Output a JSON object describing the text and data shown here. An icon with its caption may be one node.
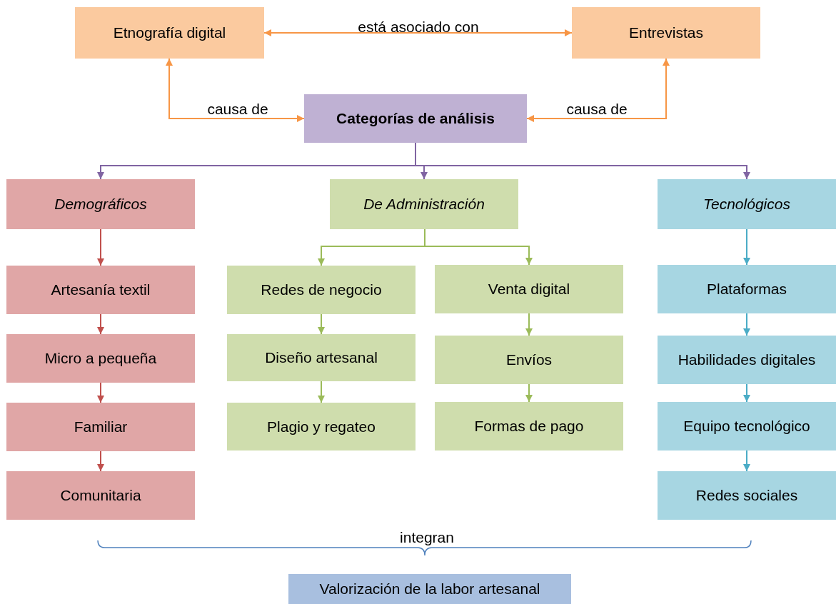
{
  "diagram": {
    "nodes": [
      {
        "text": [
          "Etnografía digital"
        ]
      },
      {
        "text": [
          "Entrevistas"
        ]
      },
      {
        "text": [
          "Categorías de análisis"
        ]
      },
      {
        "text": [
          "Demográficos"
        ]
      },
      {
        "text": [
          "De Administración"
        ]
      },
      {
        "text": [
          "Tecnológicos"
        ]
      },
      {
        "text": [
          "Artesanía textil"
        ]
      },
      {
        "text": [
          "Micro a pequeña"
        ]
      },
      {
        "text": [
          "Familiar"
        ]
      },
      {
        "text": [
          "Comunitaria"
        ]
      },
      {
        "text": [
          "Redes de negocio"
        ]
      },
      {
        "text": [
          "Diseño artesanal"
        ]
      },
      {
        "text": [
          "Plagio y regateo"
        ]
      },
      {
        "text": [
          "Venta digital"
        ]
      },
      {
        "text": [
          "Envíos"
        ]
      },
      {
        "text": [
          "Formas de pago"
        ]
      },
      {
        "text": [
          "Plataformas"
        ]
      },
      {
        "text": [
          "Habilidades digitales"
        ]
      },
      {
        "text": [
          "Equipo tecnológico"
        ]
      },
      {
        "text": [
          "Redes sociales"
        ]
      },
      {
        "text": [
          "Valorización de la labor artesanal"
        ]
      }
    ],
    "edges": [
      {
        "from": 0,
        "to": 1,
        "arrow": "both",
        "label": "está asociado con",
        "color": "#f79646"
      },
      {
        "from": 2,
        "to": 0,
        "arrow": "both",
        "label": "causa de",
        "color": "#f79646"
      },
      {
        "from": 2,
        "to": 1,
        "arrow": "both",
        "label": "causa de",
        "color": "#f79646"
      },
      {
        "from": 2,
        "to": 3,
        "arrow": "to",
        "color": "#8064a2"
      },
      {
        "from": 2,
        "to": 4,
        "arrow": "to",
        "color": "#8064a2"
      },
      {
        "from": 2,
        "to": 5,
        "arrow": "to",
        "color": "#8064a2"
      },
      {
        "from": 3,
        "to": 6,
        "arrow": "to",
        "color": "#c0504d"
      },
      {
        "from": 6,
        "to": 7,
        "arrow": "to",
        "color": "#c0504d"
      },
      {
        "from": 7,
        "to": 8,
        "arrow": "to",
        "color": "#c0504d"
      },
      {
        "from": 8,
        "to": 9,
        "arrow": "to",
        "color": "#c0504d"
      },
      {
        "from": 4,
        "to": 10,
        "arrow": "to",
        "color": "#9bbb59"
      },
      {
        "from": 4,
        "to": 13,
        "arrow": "to",
        "color": "#9bbb59"
      },
      {
        "from": 10,
        "to": 11,
        "arrow": "to",
        "color": "#9bbb59"
      },
      {
        "from": 11,
        "to": 12,
        "arrow": "to",
        "color": "#9bbb59"
      },
      {
        "from": 13,
        "to": 14,
        "arrow": "to",
        "color": "#9bbb59"
      },
      {
        "from": 14,
        "to": 15,
        "arrow": "to",
        "color": "#9bbb59"
      },
      {
        "from": 5,
        "to": 16,
        "arrow": "to",
        "color": "#4bacc6"
      },
      {
        "from": 16,
        "to": 17,
        "arrow": "to",
        "color": "#4bacc6"
      },
      {
        "from": 17,
        "to": 18,
        "arrow": "to",
        "color": "#4bacc6"
      },
      {
        "from": 18,
        "to": 19,
        "arrow": "to",
        "color": "#4bacc6"
      }
    ],
    "labels": [
      "integran"
    ]
  }
}
